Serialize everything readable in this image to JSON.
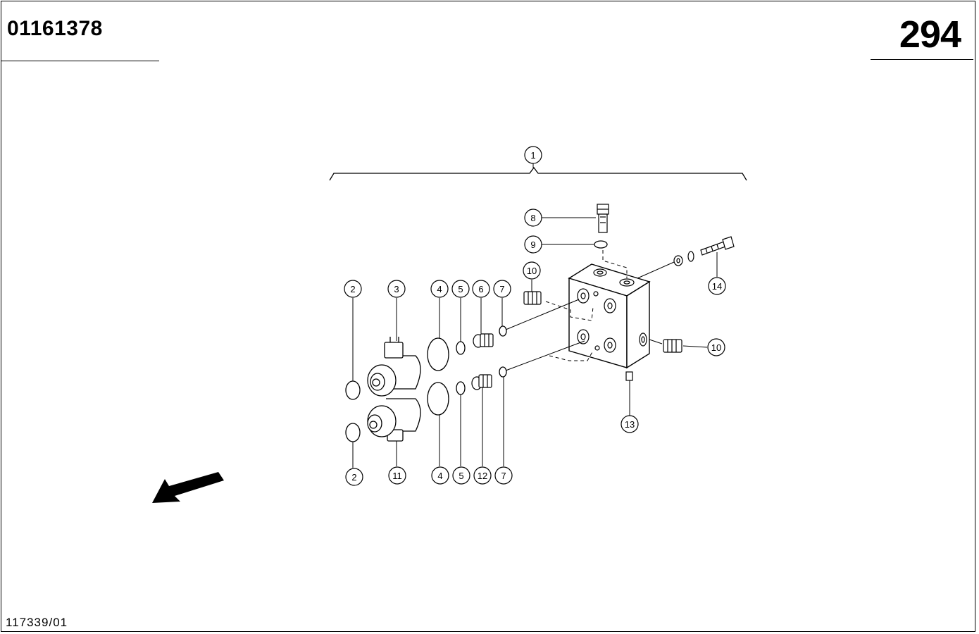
{
  "header": {
    "part_number": "01161378",
    "page_number": "294"
  },
  "footer": {
    "drawing_ref": "117339/01"
  },
  "callouts": [
    {
      "id": "c1",
      "label": "1"
    },
    {
      "id": "c2a",
      "label": "2"
    },
    {
      "id": "c2b",
      "label": "2"
    },
    {
      "id": "c3",
      "label": "3"
    },
    {
      "id": "c4a",
      "label": "4"
    },
    {
      "id": "c4b",
      "label": "4"
    },
    {
      "id": "c5a",
      "label": "5"
    },
    {
      "id": "c5b",
      "label": "5"
    },
    {
      "id": "c6",
      "label": "6"
    },
    {
      "id": "c7a",
      "label": "7"
    },
    {
      "id": "c7b",
      "label": "7"
    },
    {
      "id": "c8",
      "label": "8"
    },
    {
      "id": "c9",
      "label": "9"
    },
    {
      "id": "c10a",
      "label": "10"
    },
    {
      "id": "c10b",
      "label": "10"
    },
    {
      "id": "c11",
      "label": "11"
    },
    {
      "id": "c12",
      "label": "12"
    },
    {
      "id": "c13",
      "label": "13"
    },
    {
      "id": "c14",
      "label": "14"
    }
  ]
}
